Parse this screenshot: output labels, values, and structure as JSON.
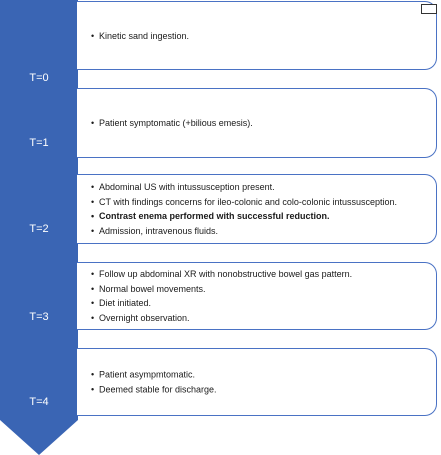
{
  "colors": {
    "chevron": "#3a65b4",
    "border": "#4a72c4"
  },
  "steps": [
    {
      "label": "T=0",
      "items": [
        {
          "text": "Kinetic sand ingestion.",
          "bold": false
        }
      ]
    },
    {
      "label": "T=1",
      "items": [
        {
          "text": "Patient symptomatic (+bilious emesis).",
          "bold": false
        }
      ]
    },
    {
      "label": "T=2",
      "items": [
        {
          "text": "Abdominal US with intussusception present.",
          "bold": false
        },
        {
          "text": "CT with findings concerns for ileo-colonic and colo-colonic intussusception.",
          "bold": false
        },
        {
          "text": "Contrast enema performed with successful reduction.",
          "bold": true
        },
        {
          "text": "Admission, intravenous fluids.",
          "bold": false
        }
      ]
    },
    {
      "label": "T=3",
      "items": [
        {
          "text": "Follow up abdominal XR with nonobstructive bowel gas pattern.",
          "bold": false
        },
        {
          "text": "Normal bowel movements.",
          "bold": false
        },
        {
          "text": "Diet initiated.",
          "bold": false
        },
        {
          "text": "Overnight observation.",
          "bold": false
        }
      ]
    },
    {
      "label": "T=4",
      "items": [
        {
          "text": "Patient asympmtomatic.",
          "bold": false
        },
        {
          "text": "Deemed stable for discharge.",
          "bold": false
        }
      ]
    }
  ]
}
